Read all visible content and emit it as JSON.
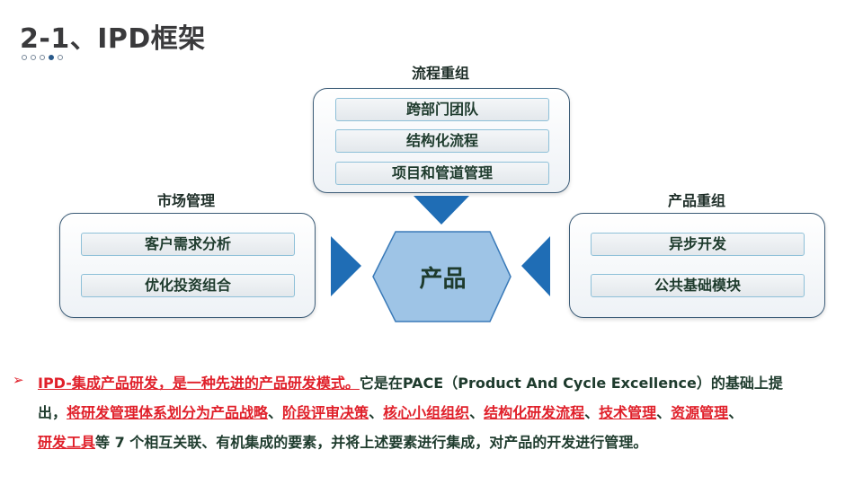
{
  "title": "2-1、IPD框架",
  "top": {
    "label": "流程重组",
    "items": [
      "跨部门团队",
      "结构化流程",
      "项目和管道管理"
    ]
  },
  "left": {
    "label": "市场管理",
    "items": [
      "客户需求分析",
      "优化投资组合"
    ]
  },
  "right": {
    "label": "产品重组",
    "items": [
      "异步开发",
      "公共基础模块"
    ]
  },
  "center": "产品",
  "colors": {
    "accent": "#1f6db5",
    "hex": "#9ec4e6",
    "red": "#e0202a",
    "text": "#1e3b2d"
  },
  "paragraph": {
    "bullet": "➢",
    "l1a": "IPD-集成产品研发，是一种先进的产品研发模式。",
    "l1b": "它是在PACE（Product And Cycle Excellence）的基础上提",
    "l2a": "出，",
    "l2b": "将研发管理体系划分为产品战略",
    "sep": "、",
    "l2c": "阶段评审决策",
    "l2d": "核心小组组织",
    "l2e": "结构化研发流程",
    "l2f": "技术管理",
    "l2g": "资源管理",
    "l3a": "研发工具",
    "l3b": "等 7 个相互关联、有机集成的要素，并将上述要素进行集成，对产品的开发进行管理。"
  }
}
